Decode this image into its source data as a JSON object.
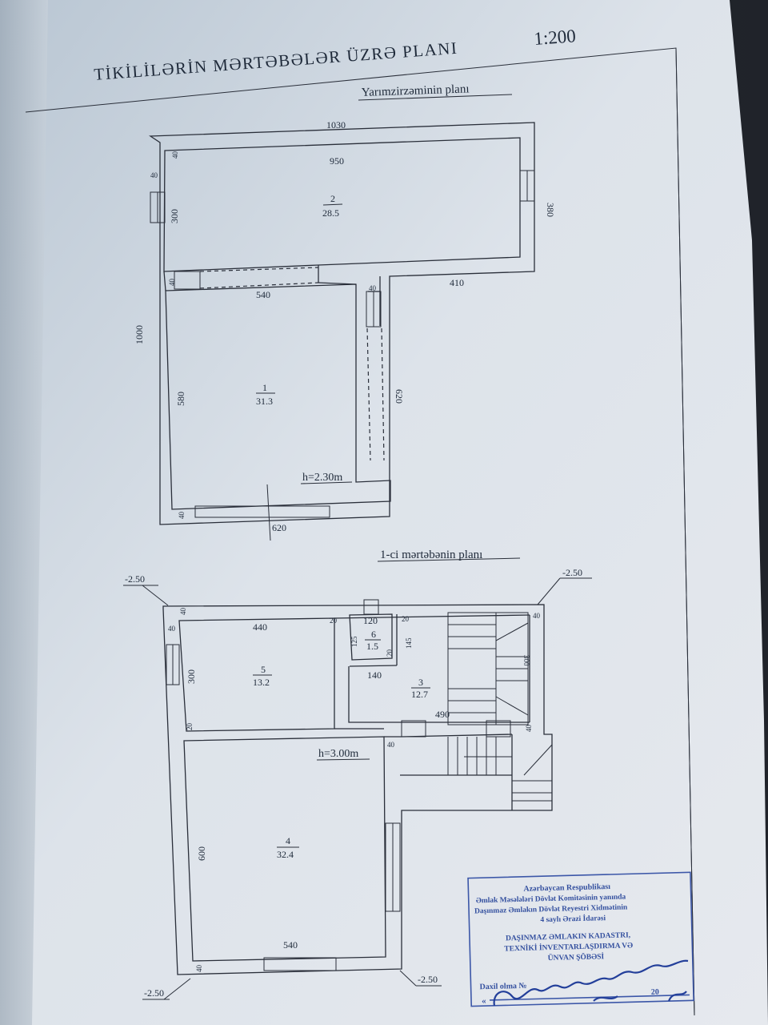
{
  "header": {
    "title": "TİKİLİLƏRİN MƏRTƏBƏLƏR ÜZRƏ PLANI",
    "scale": "1:200"
  },
  "plan_upper": {
    "title": "Yarımzirzəminin planı",
    "height": "h=2.30m",
    "room1": {
      "num": "1",
      "area": "31.3"
    },
    "room2": {
      "num": "2",
      "area": "28.5"
    },
    "dims": {
      "d1030": "1030",
      "d950": "950",
      "d380": "380",
      "d300": "300",
      "d40a": "40",
      "d40b": "40",
      "d40c": "40",
      "d40d": "40",
      "d40e": "40",
      "d540": "540",
      "d410": "410",
      "d1000": "1000",
      "d580": "580",
      "d620v": "620",
      "d620h": "620"
    }
  },
  "plan_lower": {
    "title": "1-ci mərtəbənin planı",
    "height": "h=3.00m",
    "elev_tl": "-2.50",
    "elev_tr": "-2.50",
    "elev_bl": "-2.50",
    "elev_br": "-2.50",
    "room3": {
      "num": "3",
      "area": "12.7"
    },
    "room4": {
      "num": "4",
      "area": "32.4"
    },
    "room5": {
      "num": "5",
      "area": "13.2"
    },
    "room6": {
      "num": "6",
      "area": "1.5"
    },
    "dims": {
      "d440": "440",
      "d120": "120",
      "d125": "125",
      "d145": "145",
      "d140": "140",
      "d300": "300",
      "d490": "490",
      "d600": "600",
      "d540": "540",
      "d300s": "300",
      "d40a": "40",
      "d40b": "40",
      "d40c": "40",
      "d40d": "40",
      "d40e": "40",
      "d40f": "40",
      "d20a": "20",
      "d20b": "20",
      "d20c": "20",
      "d20d": "20"
    }
  },
  "stamp": {
    "line1": "Azərbaycan Respublikası",
    "line2": "Əmlak Məsələləri Dövlət Komitəsinin yanında",
    "line3": "Daşınmaz Əmlakın Dövlət Reyestri Xidmətinin",
    "line4": "4 saylı Ərazi İdarəsi",
    "line5": "DAŞINMAZ ƏMLAKIN KADASTRI,",
    "line6": "TEXNİKİ İNVENTARLAŞDIRMA VƏ",
    "line7": "ÜNVAN ŞÖBƏSİ",
    "line8": "Daxil olma №",
    "line9": "20",
    "quote": "«"
  },
  "colors": {
    "ink": "#1f2a3a",
    "stamp": "#34509f"
  }
}
